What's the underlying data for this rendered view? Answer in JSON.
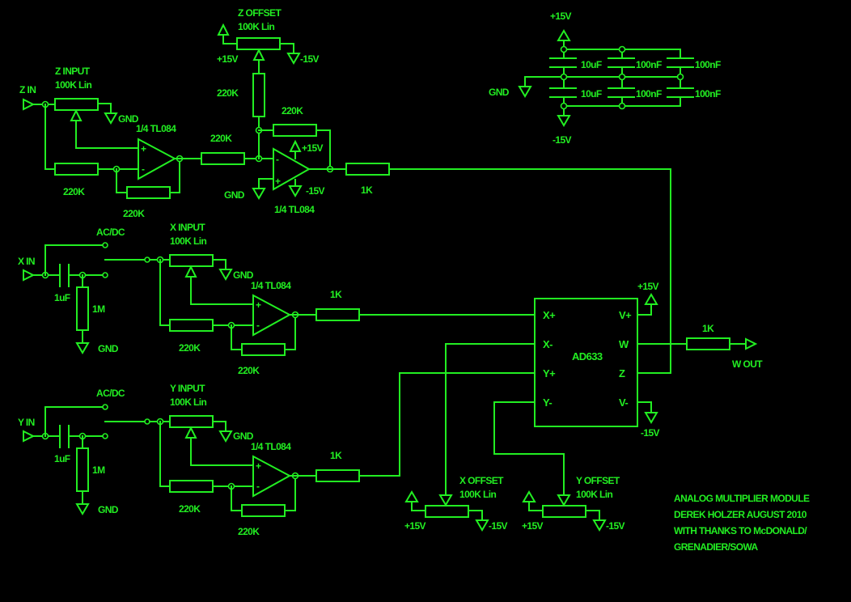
{
  "diagram": {
    "type": "circuit-schematic",
    "title_block": {
      "line1": "ANALOG MULTIPLIER MODULE",
      "line2": "DEREK HOLZER AUGUST 2010",
      "line3": "WITH THANKS TO McDONALD/",
      "line4": "GRENADIER/SOWA"
    },
    "colors": {
      "background": "#000000",
      "trace": "#22ee22"
    },
    "z_section": {
      "input": "Z IN",
      "pot_name": "Z INPUT",
      "pot_value": "100K Lin",
      "pot_gnd": "GND",
      "opamp1": "1/4 TL084",
      "r_in": "220K",
      "r_fb": "220K",
      "r_series": "220K",
      "offset_name": "Z OFFSET",
      "offset_value": "100K Lin",
      "offset_pos": "+15V",
      "offset_neg": "-15V",
      "r_offset": "220K",
      "r_fb2": "220K",
      "opamp2": "1/4 TL084",
      "opamp2_pos": "+15V",
      "opamp2_neg": "-15V",
      "opamp2_gnd": "GND",
      "r_out": "1K"
    },
    "x_section": {
      "input": "X IN",
      "switch": "AC/DC",
      "cap": "1uF",
      "r_bias": "1M",
      "gnd": "GND",
      "pot_name": "X INPUT",
      "pot_value": "100K Lin",
      "pot_gnd": "GND",
      "opamp": "1/4 TL084",
      "r_in": "220K",
      "r_fb": "220K",
      "r_out": "1K"
    },
    "y_section": {
      "input": "Y IN",
      "switch": "AC/DC",
      "cap": "1uF",
      "r_bias": "1M",
      "gnd": "GND",
      "pot_name": "Y INPUT",
      "pot_value": "100K Lin",
      "pot_gnd": "GND",
      "opamp": "1/4 TL084",
      "r_in": "220K",
      "r_fb": "220K",
      "r_out": "1K"
    },
    "power": {
      "pos": "+15V",
      "neg": "-15V",
      "gnd": "GND",
      "caps_top": [
        "10uF",
        "100nF",
        "100nF"
      ],
      "caps_bottom": [
        "10uF",
        "100nF",
        "100nF"
      ]
    },
    "multiplier": {
      "chip": "AD633",
      "pins_left": [
        "X+",
        "X-",
        "Y+",
        "Y-"
      ],
      "pins_right": [
        "V+",
        "W",
        "Z",
        "V-"
      ],
      "vpos": "+15V",
      "vneg": "-15V",
      "r_out": "1K",
      "output": "W OUT"
    },
    "x_offset": {
      "name": "X OFFSET",
      "value": "100K Lin",
      "pos": "+15V",
      "neg": "-15V"
    },
    "y_offset": {
      "name": "Y OFFSET",
      "value": "100K Lin",
      "pos": "+15V",
      "neg": "-15V"
    }
  }
}
